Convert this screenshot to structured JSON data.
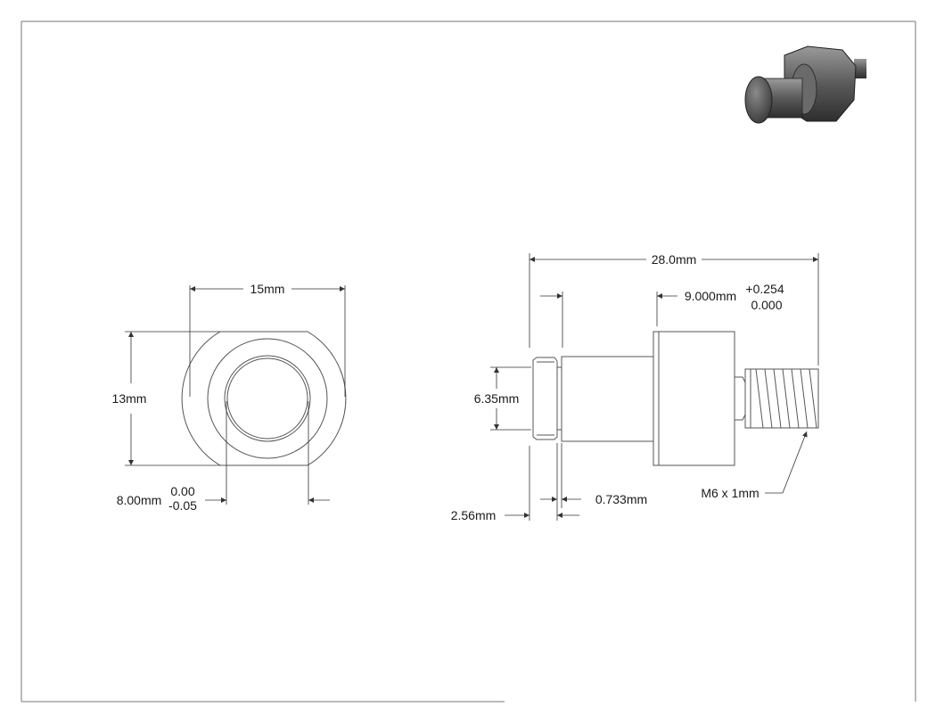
{
  "front_view": {
    "width_label": "15mm",
    "height_label": "13mm",
    "bore_label": "8.00mm",
    "bore_tol_upper": "0.00",
    "bore_tol_lower": "-0.05"
  },
  "side_view": {
    "overall_length_label": "28.0mm",
    "shoulder_length_label": "9.000mm",
    "shoulder_tol_upper": "+0.254",
    "shoulder_tol_lower": "0.000",
    "diameter_label": "6.35mm",
    "chamfer_length_label": "2.56mm",
    "groove_width_label": "0.733mm",
    "thread_label": "M6 x 1mm"
  },
  "colors": {
    "line": "#333333",
    "part_edge": "#555555",
    "iso_body": "#4a4a4a",
    "iso_highlight": "#8a8a8a"
  }
}
